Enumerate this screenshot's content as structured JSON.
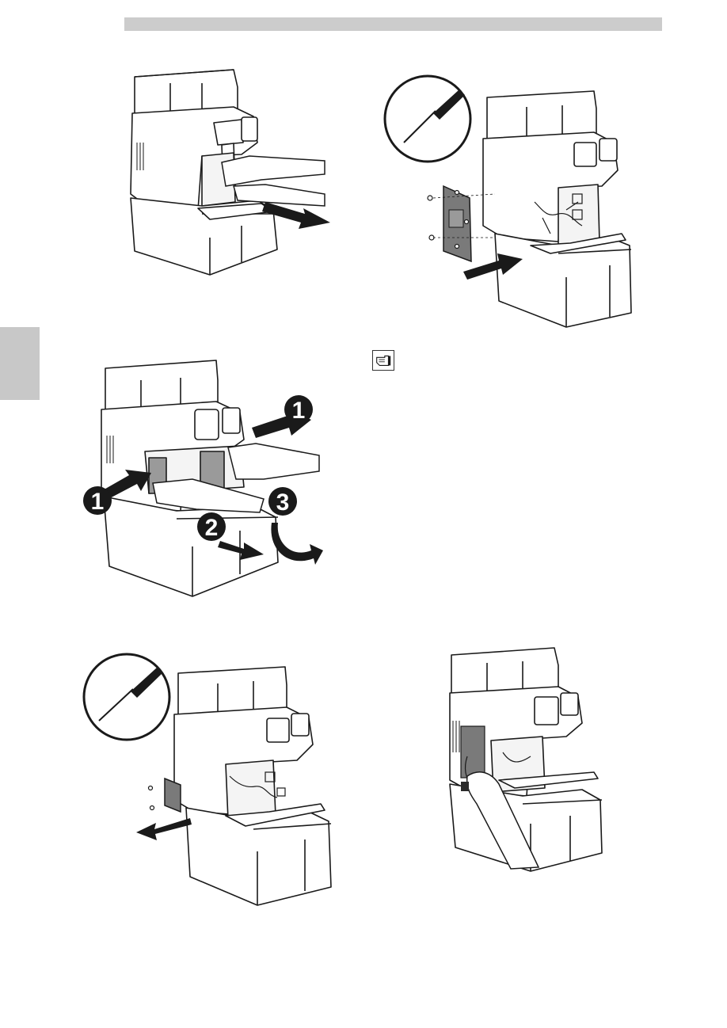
{
  "figures": [
    {
      "id": "remove-brew-unit",
      "icon": "hand-pulling-brew-unit"
    },
    {
      "id": "install-side-panel",
      "icon": "screwdriver-and-side-panel"
    },
    {
      "id": "release-brew-unit",
      "icon": "two-hands-press-and-rotate"
    },
    {
      "id": "remove-side-panel",
      "icon": "screwdriver-and-panel-removal"
    },
    {
      "id": "connect-cable",
      "icon": "hand-connecting-connector"
    }
  ],
  "callouts": {
    "step1_right": "1",
    "step1_left": "1",
    "step2": "2",
    "step3": "3"
  },
  "note": {
    "icon": "pointing-hand-note-icon"
  },
  "colors": {
    "header_bar": "#cccccc",
    "side_tab": "#c8c8c8",
    "line": "#1a1a1a",
    "panel": "#7a7a7a",
    "dark": "#2a2a2a"
  }
}
